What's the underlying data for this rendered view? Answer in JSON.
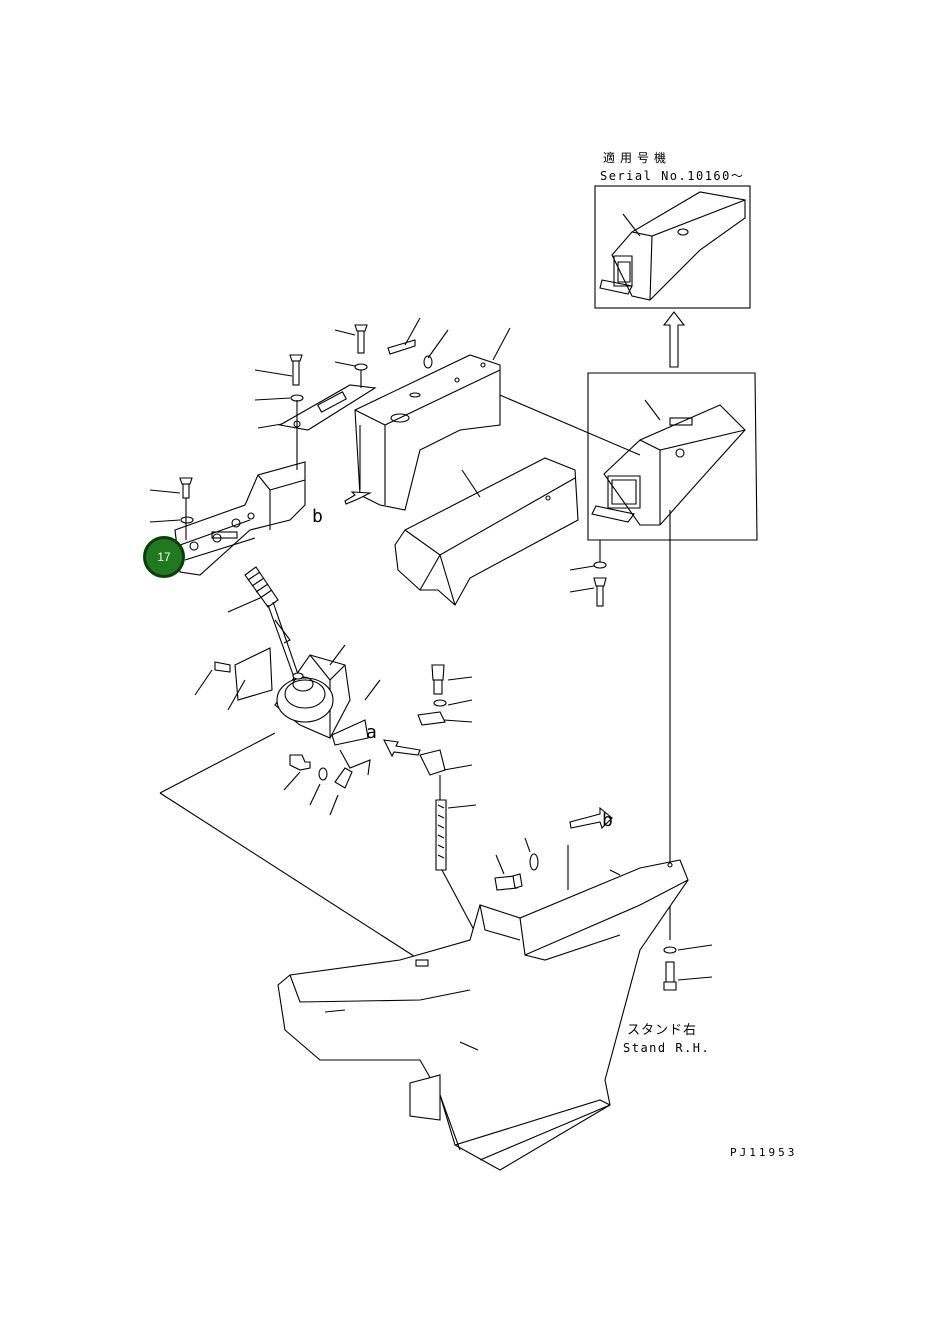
{
  "serial_note": {
    "jp": "適用号機",
    "en": "Serial No.10160～"
  },
  "markers": {
    "a": "a",
    "b": "b"
  },
  "stand_note": {
    "jp": "スタンド右",
    "en": "Stand R.H."
  },
  "drawing_code": "PJ11953",
  "callout": {
    "number": "17"
  }
}
